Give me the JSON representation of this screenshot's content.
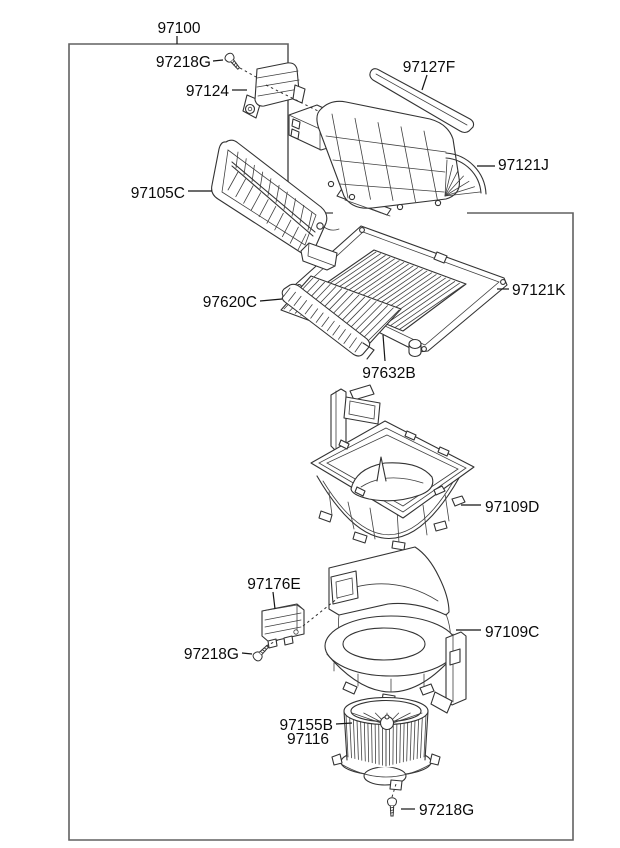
{
  "page": {
    "background": "#ffffff",
    "line_color": "#333333",
    "border_color": "#616161",
    "label_color": "#0a0a0a"
  },
  "labels": {
    "main_assembly": "97100",
    "screw_top": "97218G",
    "actuator": "97124",
    "seal_strip": "97127F",
    "upper_case": "97121J",
    "intake_cover": "97105C",
    "lower_case": "97121K",
    "filter_cover": "97620C",
    "air_filter": "97632B",
    "blower_upper_case": "97109D",
    "resistor": "97176E",
    "screw_mid": "97218G",
    "blower_lower_case": "97109C",
    "motor_assembly": "97155B",
    "blower_wheel": "97116",
    "screw_bottom": "97218G"
  }
}
